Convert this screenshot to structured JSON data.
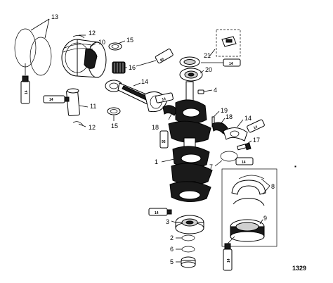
{
  "diagram": {
    "figure_number": "1329",
    "callouts": {
      "c1": "1",
      "c2": "2",
      "c3": "3",
      "c4": "4",
      "c5": "5",
      "c6": "6",
      "c7": "7",
      "c8": "8",
      "c9": "9",
      "c10": "10",
      "c11": "11",
      "c12a": "12",
      "c12b": "12",
      "c13": "13",
      "c14a": "14",
      "c14b": "14",
      "c15a": "15",
      "c15b": "15",
      "c16": "16",
      "c17": "17",
      "c18a": "18",
      "c18b": "18",
      "c19": "19",
      "c20": "20",
      "c21": "21"
    },
    "compound_labels": {
      "t1": "14",
      "t2": "14",
      "t3": "95",
      "t4": "14",
      "t5": "14",
      "t6": "95",
      "t7": "14",
      "t8": "14",
      "t9": "14",
      "t10": "14",
      "t11": "14"
    }
  }
}
